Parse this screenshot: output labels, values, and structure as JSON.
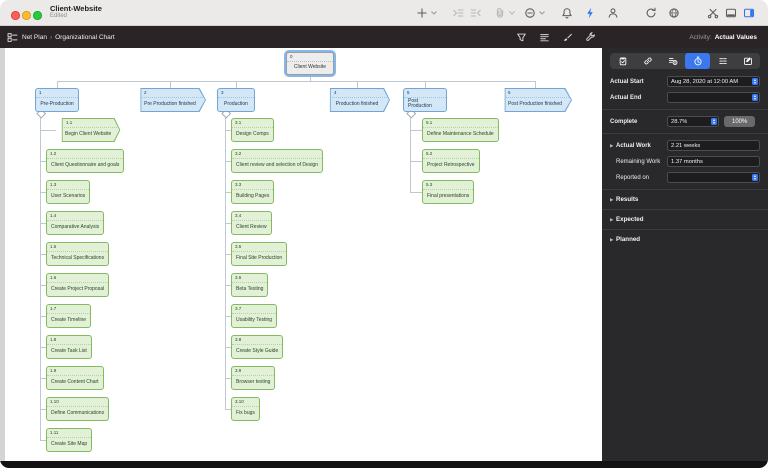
{
  "window": {
    "title": "Client-Website",
    "subtitle": "Edited"
  },
  "toolbar": {
    "icons": [
      "add-icon",
      "chevron-down-icon",
      "indent-icon",
      "outdent-icon",
      "attach-icon",
      "chevron-down-icon",
      "circle-minus-icon",
      "chevron-down-icon",
      "bell-icon",
      "flash-icon",
      "person-icon",
      "sync-icon",
      "globe-icon",
      "cut-icon",
      "panel-bottom-icon",
      "panel-right-icon"
    ]
  },
  "breadcrumb": {
    "icon": "netplan-icon",
    "items": [
      "Net Plan",
      "Organizational Chart"
    ],
    "separator": "›"
  },
  "viewbar": {
    "icons": [
      "filter-icon",
      "view-options-icon",
      "format-icon",
      "tools-icon"
    ],
    "activity_label": "Activity:",
    "activity_value": "Actual Values"
  },
  "inspector": {
    "tabs": [
      {
        "name": "tab-info",
        "icon": "clipboard-icon",
        "selected": false
      },
      {
        "name": "tab-links",
        "icon": "chain-icon",
        "selected": false
      },
      {
        "name": "tab-finance",
        "icon": "finance-icon",
        "selected": false
      },
      {
        "name": "tab-time",
        "icon": "stopwatch-icon",
        "selected": true
      },
      {
        "name": "tab-resources",
        "icon": "rows-icon",
        "selected": false
      },
      {
        "name": "tab-notes",
        "icon": "edit-icon",
        "selected": false
      }
    ],
    "fields": {
      "actual_start": {
        "label": "Actual Start",
        "value": "Aug 28, 2020 at 12:00 AM"
      },
      "actual_end": {
        "label": "Actual End",
        "value": ""
      },
      "complete": {
        "label": "Complete",
        "value": "28.7%",
        "button": "100%"
      },
      "actual_work": {
        "label": "Actual Work",
        "value": "2.21 weeks"
      },
      "remaining_work": {
        "label": "Remaining Work",
        "value": "1.37 months"
      },
      "reported_on": {
        "label": "Reported on",
        "value": ""
      }
    },
    "sections": [
      {
        "label": "Results"
      },
      {
        "label": "Expected"
      },
      {
        "label": "Planned"
      }
    ]
  },
  "colors": {
    "accent": "#3b78f0",
    "node_blue_fill": "#d3e7f7",
    "node_blue_border": "#70a5d7",
    "node_green_fill": "#e2f0d8",
    "node_green_border": "#84ba60",
    "selection_ring": "#87b7e9",
    "traffic_lights": [
      "#ff5f57",
      "#febc2e",
      "#28c840"
    ]
  },
  "chart": {
    "root": {
      "id": "0",
      "label": "Client Website",
      "shape": "rect",
      "selected": true
    },
    "groups": [
      {
        "id": "1",
        "label": "Pre-Production",
        "shape": "rect",
        "children": [
          {
            "id": "1.1",
            "label": "Begin Client Website",
            "shape": "milestone"
          },
          {
            "id": "1.2",
            "label": "Client Questionnaire and goals",
            "shape": "rect"
          },
          {
            "id": "1.3",
            "label": "User Scenarios",
            "shape": "rect"
          },
          {
            "id": "1.4",
            "label": "Comparative Analysis",
            "shape": "rect"
          },
          {
            "id": "1.5",
            "label": "Technical Specifications",
            "shape": "rect"
          },
          {
            "id": "1.6",
            "label": "Create Project Proposal",
            "shape": "rect"
          },
          {
            "id": "1.7",
            "label": "Create Timeline",
            "shape": "rect"
          },
          {
            "id": "1.8",
            "label": "Create Task List",
            "shape": "rect"
          },
          {
            "id": "1.9",
            "label": "Create Content Chart",
            "shape": "rect"
          },
          {
            "id": "1.10",
            "label": "Define Communications",
            "shape": "rect"
          },
          {
            "id": "1.11",
            "label": "Create Site Map",
            "shape": "rect"
          }
        ]
      },
      {
        "id": "2",
        "label": "Pre Production finished",
        "shape": "milestone",
        "children": []
      },
      {
        "id": "3",
        "label": "Production",
        "shape": "rect",
        "children": [
          {
            "id": "3.1",
            "label": "Design Comps",
            "shape": "rect"
          },
          {
            "id": "3.2",
            "label": "Client review and selection of Design",
            "shape": "rect"
          },
          {
            "id": "3.3",
            "label": "Building Pages",
            "shape": "rect"
          },
          {
            "id": "3.4",
            "label": "Client Review",
            "shape": "rect"
          },
          {
            "id": "3.5",
            "label": "Final Site Production",
            "shape": "rect"
          },
          {
            "id": "3.6",
            "label": "Beta Testing",
            "shape": "rect"
          },
          {
            "id": "3.7",
            "label": "Usability Testing",
            "shape": "rect"
          },
          {
            "id": "3.8",
            "label": "Create Style Guide",
            "shape": "rect"
          },
          {
            "id": "3.9",
            "label": "Browser testing",
            "shape": "rect"
          },
          {
            "id": "3.10",
            "label": "Fix bugs",
            "shape": "rect"
          }
        ]
      },
      {
        "id": "4",
        "label": "Production finished",
        "shape": "milestone",
        "children": []
      },
      {
        "id": "5",
        "label": "Post Production",
        "shape": "rect",
        "children": [
          {
            "id": "5.1",
            "label": "Define Maintenance Schedule",
            "shape": "rect"
          },
          {
            "id": "5.2",
            "label": "Project Retrospective",
            "shape": "rect"
          },
          {
            "id": "5.3",
            "label": "Final presentations",
            "shape": "rect"
          }
        ]
      },
      {
        "id": "6",
        "label": "Post Production finished",
        "shape": "milestone",
        "children": []
      }
    ]
  }
}
